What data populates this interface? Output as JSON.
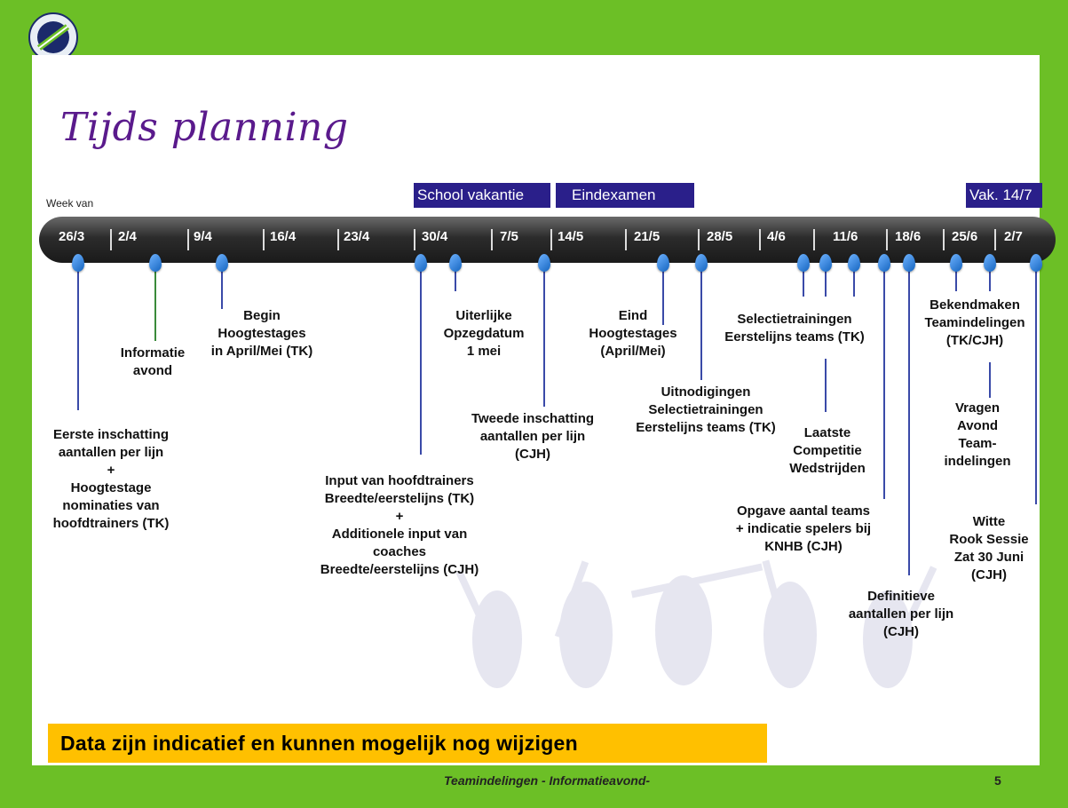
{
  "title": "Tijds planning",
  "week_label": "Week van",
  "periods": [
    {
      "label": "School vakantie"
    },
    {
      "label": "Eindexamen"
    },
    {
      "label": "Vak. 14/7"
    }
  ],
  "weeks": [
    "26/3",
    "2/4",
    "9/4",
    "16/4",
    "23/4",
    "30/4",
    "7/5",
    "14/5",
    "21/5",
    "28/5",
    "4/6",
    "11/6",
    "18/6",
    "25/6",
    "2/7"
  ],
  "milestones": [
    {
      "text": "Eerste inschatting\naantallen per lijn\n+\nHoogtestage\nnominaties van\nhoofdtrainers (TK)"
    },
    {
      "text": "Informatie\navond"
    },
    {
      "text": "Begin\nHoogtestages\nin April/Mei (TK)"
    },
    {
      "text": "Input van hoofdtrainers\nBreedte/eerstelijns (TK)\n+\nAdditionele input van\ncoaches\nBreedte/eerstelijns (CJH)"
    },
    {
      "text": "Uiterlijke\nOpzegdatum\n1 mei"
    },
    {
      "text": "Tweede inschatting\naantallen per lijn\n(CJH)"
    },
    {
      "text": "Eind\nHoogtestages\n(April/Mei)"
    },
    {
      "text": "Uitnodigingen\nSelectietrainingen\nEerstelijns teams  (TK)"
    },
    {
      "text": "Selectietrainingen\nEerstelijns teams  (TK)"
    },
    {
      "text": "Laatste\nCompetitie\nWedstrijden"
    },
    {
      "text": "Opgave aantal teams\n+ indicatie spelers bij\nKNHB (CJH)"
    },
    {
      "text": "Definitieve\naantallen per lijn\n(CJH)"
    },
    {
      "text": "Bekendmaken\nTeamindelingen\n(TK/CJH)"
    },
    {
      "text": "Vragen\nAvond\nTeam-\nindelingen"
    },
    {
      "text": "Witte\nRook Sessie\nZat 30 Juni\n(CJH)"
    }
  ],
  "banner": "Data zijn indicatief en kunnen mogelijk nog wijzigen",
  "footer": "Teamindelingen - Informatieavond-",
  "page_number": "5",
  "colors": {
    "background": "#6cbf26",
    "title": "#5a1a8c",
    "period": "#2a1f8a",
    "banner": "#ffc000",
    "pin": "#1e88e5"
  }
}
